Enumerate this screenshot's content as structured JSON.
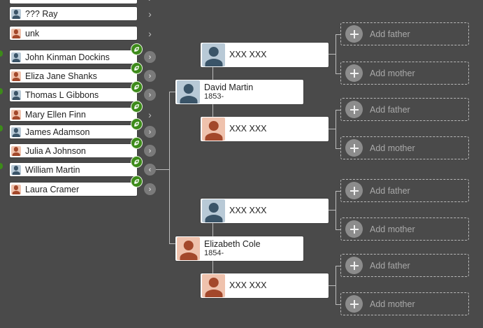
{
  "left_list": [
    {
      "name": "??? Ray",
      "gender": "male",
      "hint": false
    },
    {
      "name": "unk",
      "gender": "female",
      "hint": false
    },
    {
      "name": "John Kinman Dockins",
      "gender": "male",
      "hint": true
    },
    {
      "name": "Eliza Jane Shanks",
      "gender": "female",
      "hint": true
    },
    {
      "name": "Thomas L Gibbons",
      "gender": "male",
      "hint": true
    },
    {
      "name": "Mary Ellen Finn",
      "gender": "female",
      "hint": true
    },
    {
      "name": "James Adamson",
      "gender": "male",
      "hint": true
    },
    {
      "name": "Julia A Johnson",
      "gender": "female",
      "hint": true
    },
    {
      "name": "William Martin",
      "gender": "male",
      "hint": true
    },
    {
      "name": "Laura Cramer",
      "gender": "female",
      "hint": true
    }
  ],
  "parents": [
    {
      "name": "David Martin",
      "dates": "1853-",
      "gender": "male"
    },
    {
      "name": "Elizabeth Cole",
      "dates": "1854-",
      "gender": "female"
    }
  ],
  "grandparents": [
    {
      "name": "XXX XXX",
      "gender": "male"
    },
    {
      "name": "XXX XXX",
      "gender": "female"
    },
    {
      "name": "XXX XXX",
      "gender": "male"
    },
    {
      "name": "XXX XXX",
      "gender": "female"
    }
  ],
  "add_slots": [
    {
      "label": "Add father"
    },
    {
      "label": "Add mother"
    },
    {
      "label": "Add father"
    },
    {
      "label": "Add mother"
    },
    {
      "label": "Add father"
    },
    {
      "label": "Add mother"
    },
    {
      "label": "Add father"
    },
    {
      "label": "Add mother"
    }
  ],
  "icons": {
    "hint": "leaf-hint-icon",
    "chevron_right": "chevron-right-icon",
    "chevron_left": "chevron-left-icon",
    "add": "plus-icon"
  },
  "colors": {
    "background": "#4a4a4a",
    "hint_green": "#3d8b1a",
    "male_avatar": "#b8c9d6",
    "female_avatar": "#efc2ad"
  }
}
